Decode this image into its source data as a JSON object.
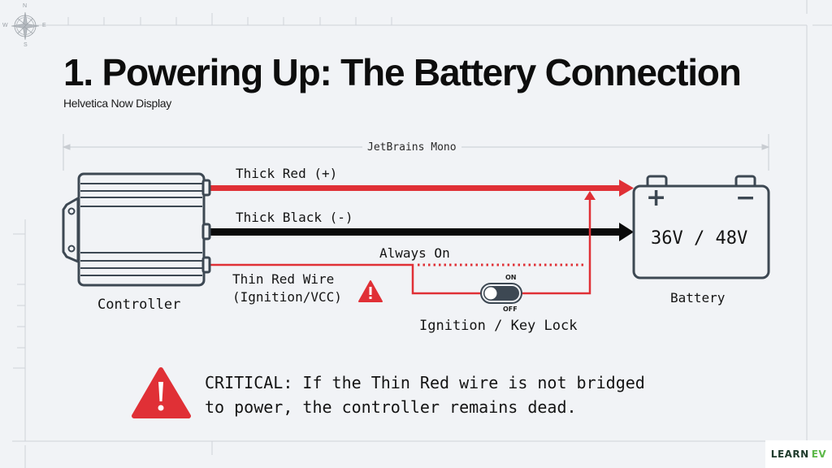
{
  "header": {
    "title": "1. Powering Up: The Battery Connection",
    "subtitle": "Helvetica Now Display"
  },
  "dimension_label": "JetBrains Mono",
  "components": {
    "controller": {
      "label": "Controller",
      "icon": "controller-icon"
    },
    "battery": {
      "label": "Battery",
      "voltage": "36V / 48V",
      "plus": "+",
      "minus": "−",
      "icon": "battery-icon"
    },
    "switch": {
      "label": "Ignition / Key Lock",
      "on": "ON",
      "off": "OFF",
      "state": "off",
      "icon": "toggle-switch-icon"
    }
  },
  "wires": [
    {
      "id": "thick-red",
      "label": "Thick Red (+)",
      "color": "#e03036"
    },
    {
      "id": "thick-black",
      "label": "Thick Black (-)",
      "color": "#0a0a0a"
    },
    {
      "id": "thin-red",
      "label_line1": "Thin Red Wire",
      "label_line2": "(Ignition/VCC)",
      "color": "#e03036"
    },
    {
      "id": "always-on",
      "label": "Always On",
      "style": "dotted"
    }
  ],
  "warning": {
    "icon": "warning-triangle-icon",
    "line1": "CRITICAL: If the Thin Red wire is not bridged",
    "line2": "to power, the controller remains dead."
  },
  "compass": {
    "n": "N",
    "e": "E",
    "s": "S",
    "w": "W"
  },
  "logo": {
    "learn": "LEARN",
    "ev": "EV"
  },
  "colors": {
    "red": "#e03036",
    "black": "#0a0a0a",
    "outline": "#3d4853",
    "frame": "#cfd3d8",
    "logo_dark": "#1f3b2c",
    "logo_green": "#5cb848"
  }
}
